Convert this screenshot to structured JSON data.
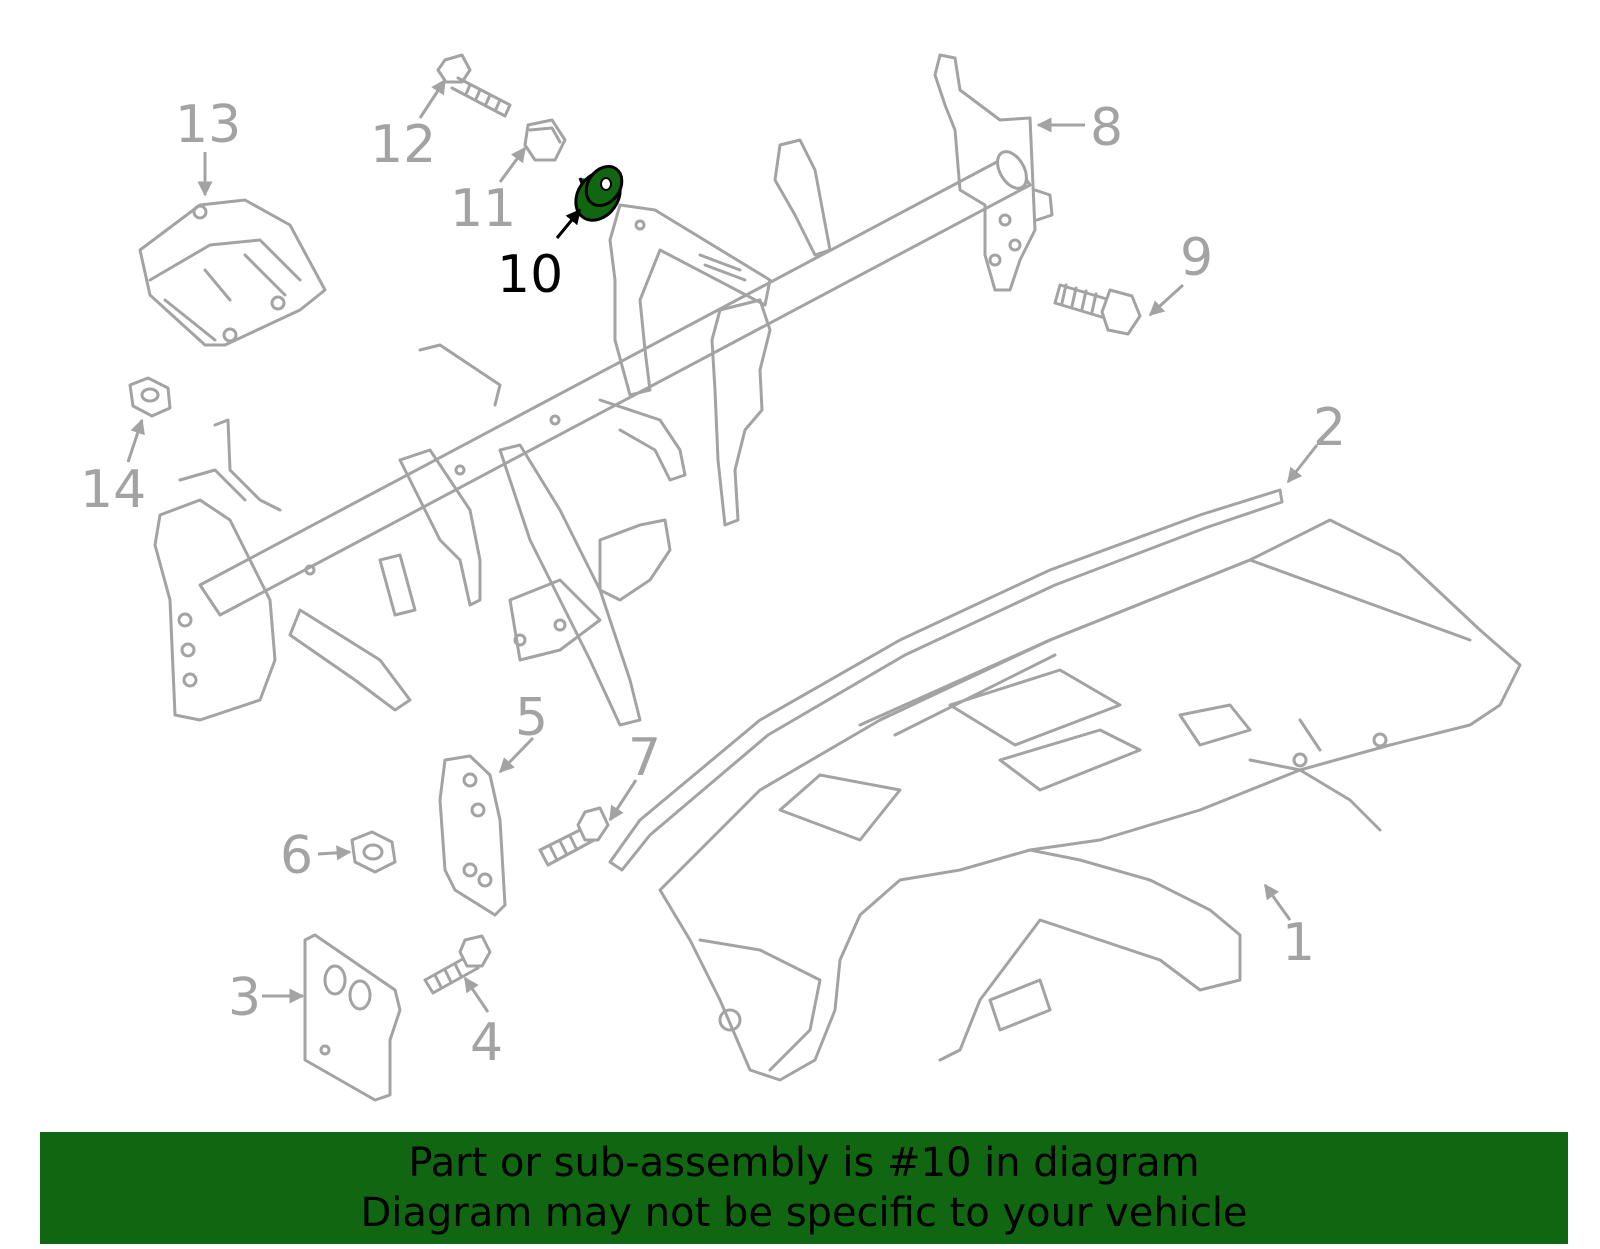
{
  "diagram": {
    "highlight_color": "#116611",
    "callouts": [
      {
        "id": "1",
        "label": "1"
      },
      {
        "id": "2",
        "label": "2"
      },
      {
        "id": "3",
        "label": "3"
      },
      {
        "id": "4",
        "label": "4"
      },
      {
        "id": "5",
        "label": "5"
      },
      {
        "id": "6",
        "label": "6"
      },
      {
        "id": "7",
        "label": "7"
      },
      {
        "id": "8",
        "label": "8"
      },
      {
        "id": "9",
        "label": "9"
      },
      {
        "id": "10",
        "label": "10",
        "highlighted": true
      },
      {
        "id": "11",
        "label": "11"
      },
      {
        "id": "12",
        "label": "12"
      },
      {
        "id": "13",
        "label": "13"
      },
      {
        "id": "14",
        "label": "14"
      }
    ]
  },
  "banner": {
    "background": "#116611",
    "line1": "Part or sub-assembly is #10 in diagram",
    "line2": "Diagram may not be specific to your vehicle"
  }
}
